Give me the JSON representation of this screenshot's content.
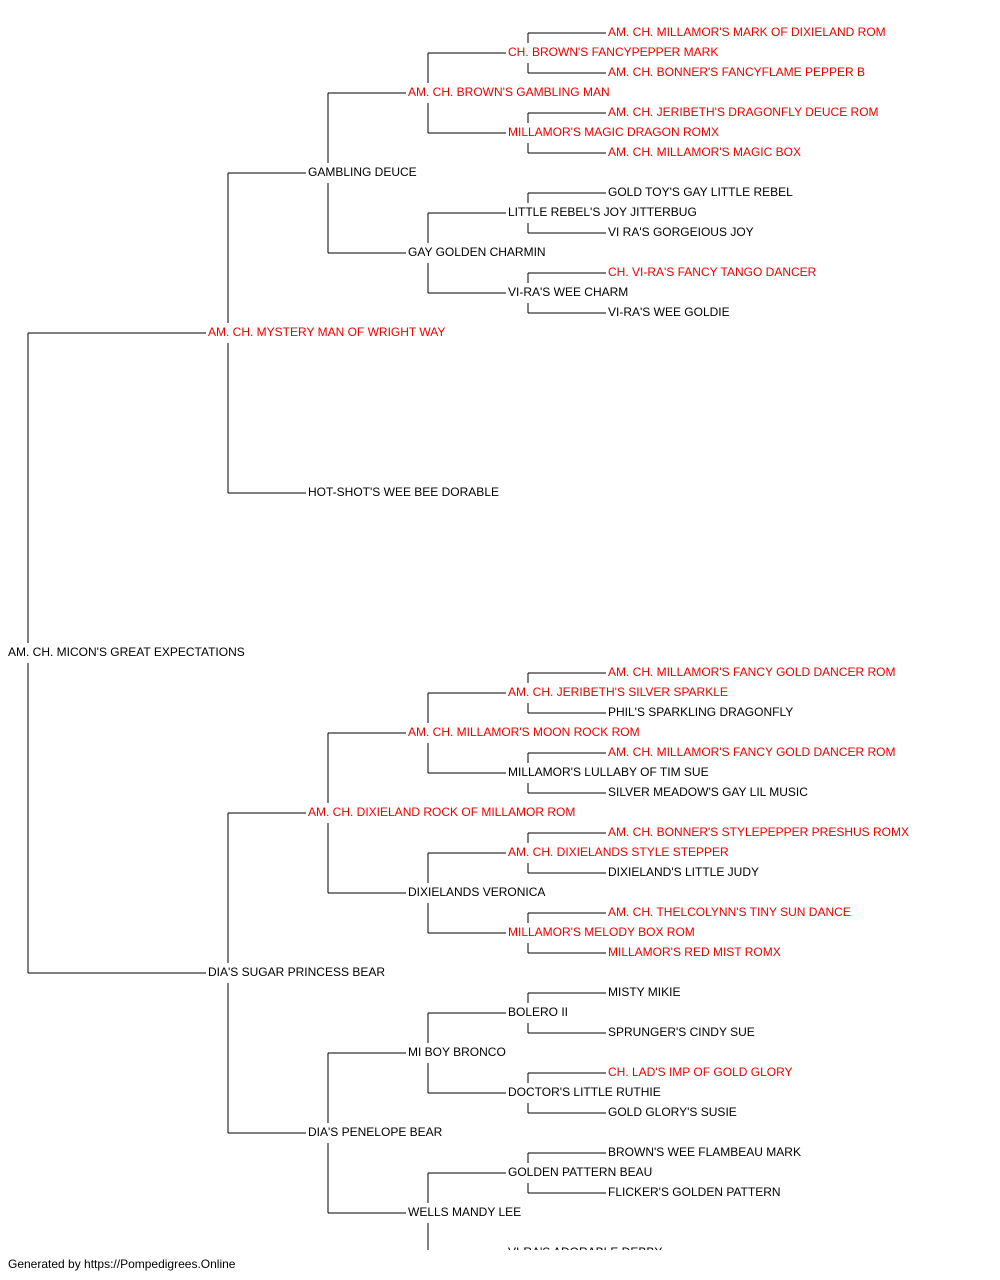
{
  "colors": {
    "normal": "#000000",
    "champion": "#ee0000",
    "line": "#000000"
  },
  "pedigree": {
    "name": "AM. CH. MICON'S GREAT EXPECTATIONS",
    "ch": false,
    "sire": {
      "name": "AM. CH. MYSTERY MAN OF WRIGHT WAY",
      "ch": true,
      "sire": {
        "name": "GAMBLING DEUCE",
        "ch": false,
        "sire": {
          "name": "AM. CH. BROWN'S GAMBLING MAN",
          "ch": true,
          "sire": {
            "name": "CH. BROWN'S FANCYPEPPER MARK",
            "ch": true,
            "sire": {
              "name": "AM. CH. MILLAMOR'S MARK OF DIXIELAND ROM",
              "ch": true
            },
            "dam": {
              "name": "AM. CH. BONNER'S FANCYFLAME PEPPER B",
              "ch": true
            }
          },
          "dam": {
            "name": "MILLAMOR'S MAGIC DRAGON ROMX",
            "ch": true,
            "sire": {
              "name": "AM. CH. JERIBETH'S DRAGONFLY DEUCE ROM",
              "ch": true
            },
            "dam": {
              "name": "AM. CH. MILLAMOR'S MAGIC BOX",
              "ch": true
            }
          }
        },
        "dam": {
          "name": "GAY GOLDEN CHARMIN",
          "ch": false,
          "sire": {
            "name": "LITTLE REBEL'S JOY JITTERBUG",
            "ch": false,
            "sire": {
              "name": "GOLD TOY'S GAY LITTLE REBEL",
              "ch": false
            },
            "dam": {
              "name": "VI RA'S GORGEIOUS JOY",
              "ch": false
            }
          },
          "dam": {
            "name": "VI-RA'S WEE CHARM",
            "ch": false,
            "sire": {
              "name": "CH. VI-RA'S FANCY TANGO DANCER",
              "ch": true
            },
            "dam": {
              "name": "VI-RA'S WEE GOLDIE",
              "ch": false
            }
          }
        }
      },
      "dam": {
        "name": "HOT-SHOT'S WEE BEE DORABLE",
        "ch": false
      }
    },
    "dam": {
      "name": "DIA'S SUGAR PRINCESS BEAR",
      "ch": false,
      "sire": {
        "name": "AM. CH. DIXIELAND ROCK OF MILLAMOR ROM",
        "ch": true,
        "sire": {
          "name": "AM. CH. MILLAMOR'S MOON ROCK ROM",
          "ch": true,
          "sire": {
            "name": "AM. CH. JERIBETH'S SILVER SPARKLE",
            "ch": true,
            "sire": {
              "name": "AM. CH. MILLAMOR'S FANCY GOLD DANCER ROM",
              "ch": true
            },
            "dam": {
              "name": "PHIL'S SPARKLING DRAGONFLY",
              "ch": false
            }
          },
          "dam": {
            "name": "MILLAMOR'S LULLABY OF TIM SUE",
            "ch": false,
            "sire": {
              "name": "AM. CH. MILLAMOR'S FANCY GOLD DANCER ROM",
              "ch": true
            },
            "dam": {
              "name": "SILVER MEADOW'S GAY LIL MUSIC",
              "ch": false
            }
          }
        },
        "dam": {
          "name": "DIXIELANDS VERONICA",
          "ch": false,
          "sire": {
            "name": "AM. CH. DIXIELANDS STYLE STEPPER",
            "ch": true,
            "sire": {
              "name": "AM. CH. BONNER'S STYLEPEPPER PRESHUS ROMX",
              "ch": true
            },
            "dam": {
              "name": "DIXIELAND'S LITTLE JUDY",
              "ch": false
            }
          },
          "dam": {
            "name": "MILLAMOR'S MELODY BOX ROM",
            "ch": true,
            "sire": {
              "name": "AM. CH. THELCOLYNN'S TINY SUN DANCE",
              "ch": true
            },
            "dam": {
              "name": "MILLAMOR'S RED MIST ROMX",
              "ch": true
            }
          }
        }
      },
      "dam": {
        "name": "DIA'S PENELOPE BEAR",
        "ch": false,
        "sire": {
          "name": "MI BOY BRONCO",
          "ch": false,
          "sire": {
            "name": "BOLERO II",
            "ch": false,
            "sire": {
              "name": "MISTY MIKIE",
              "ch": false
            },
            "dam": {
              "name": "SPRUNGER'S CINDY SUE",
              "ch": false
            }
          },
          "dam": {
            "name": "DOCTOR'S LITTLE RUTHIE",
            "ch": false,
            "sire": {
              "name": "CH. LAD'S IMP OF GOLD GLORY",
              "ch": true
            },
            "dam": {
              "name": "GOLD GLORY'S SUSIE",
              "ch": false
            }
          }
        },
        "dam": {
          "name": "WELLS MANDY LEE",
          "ch": false,
          "sire": {
            "name": "GOLDEN PATTERN BEAU",
            "ch": false,
            "sire": {
              "name": "BROWN'S WEE FLAMBEAU MARK",
              "ch": false
            },
            "dam": {
              "name": "FLICKER'S GOLDEN PATTERN",
              "ch": false
            }
          },
          "dam": {
            "name": "VI-RA'S ADORABLE DEBBY",
            "ch": false
          }
        }
      }
    }
  },
  "footer": "Generated by https://Pompedigrees.Online"
}
